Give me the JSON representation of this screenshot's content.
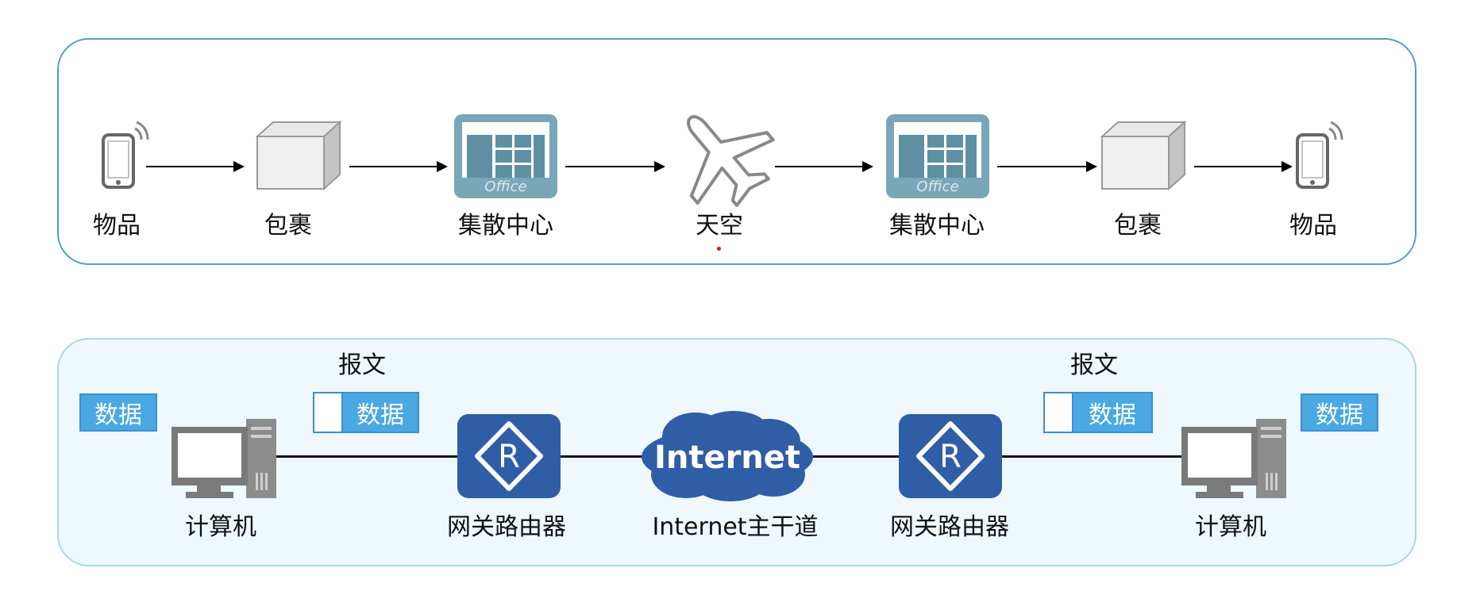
{
  "top_flow": {
    "labels": [
      "物品",
      "包裹",
      "集散中心",
      "天空",
      "集散中心",
      "包裹",
      "物品"
    ],
    "office_text": "Office"
  },
  "bottom_flow": {
    "data_label": "数据",
    "packet_label": "报文",
    "computer_label": "计算机",
    "router_label": "网关路由器",
    "internet_label": "Internet主干道",
    "cloud_text": "Internet",
    "router_letter": "R"
  },
  "colors": {
    "top_border": "#4aa3bd",
    "bottom_border": "#a9d6e8",
    "bottom_fill": "#eff8fc",
    "data_blue": "#4aa8e2",
    "router_blue": "#2f5ea6",
    "office_teal": "#7aa7b8"
  }
}
